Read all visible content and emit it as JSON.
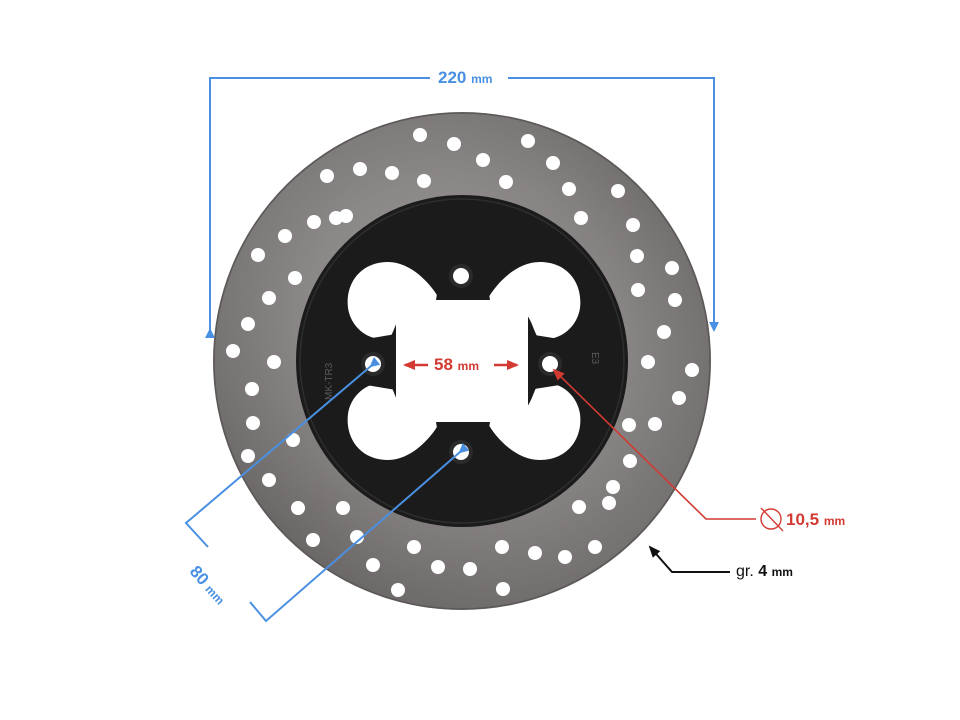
{
  "diagram": {
    "subject": "Motorcycle brake disc",
    "colors": {
      "dimension_blue": "#4a90e2",
      "dimension_red": "#d23a32",
      "leader_black": "#111111",
      "disc_steel": "#8a8787",
      "hub_black": "#1b1b1b",
      "background": "#ffffff"
    },
    "dimensions": {
      "outer_diameter": {
        "value": "220",
        "unit": "mm"
      },
      "bolt_spacing": {
        "value": "58",
        "unit": "mm"
      },
      "bolt_hole_diameter": {
        "symbol": "⌀",
        "value": "10,5",
        "unit": "mm"
      },
      "bolt_circle": {
        "value": "80",
        "unit": "mm"
      },
      "thickness": {
        "prefix": "gr.",
        "value": "4",
        "unit": "mm"
      }
    },
    "hub_markings": {
      "left": "MK-TR3",
      "right": "E3"
    }
  }
}
